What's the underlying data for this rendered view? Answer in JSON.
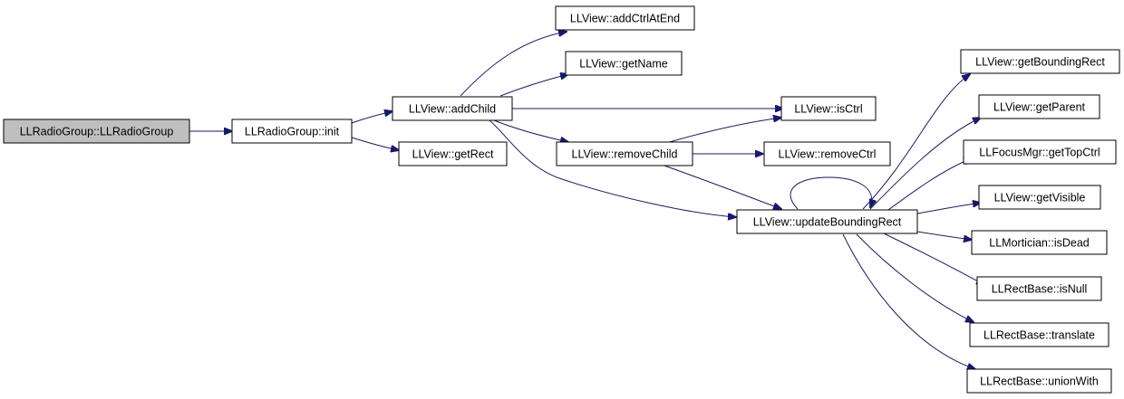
{
  "colors": {
    "edge": "#191970",
    "root_fill": "#bfbfbf",
    "node_fill": "#ffffff"
  },
  "nodes": {
    "root": "LLRadioGroup::LLRadioGroup",
    "init": "LLRadioGroup::init",
    "addChild": "LLView::addChild",
    "getRect": "LLView::getRect",
    "addCtrlAtEnd": "LLView::addCtrlAtEnd",
    "getName": "LLView::getName",
    "isCtrl": "LLView::isCtrl",
    "removeChild": "LLView::removeChild",
    "removeCtrl": "LLView::removeCtrl",
    "updateBoundingRect": "LLView::updateBoundingRect",
    "getBoundingRect": "LLView::getBoundingRect",
    "getParent": "LLView::getParent",
    "getTopCtrl": "LLFocusMgr::getTopCtrl",
    "getVisible": "LLView::getVisible",
    "isDead": "LLMortician::isDead",
    "isNull": "LLRectBase::isNull",
    "translate": "LLRectBase::translate",
    "unionWith": "LLRectBase::unionWith"
  },
  "edges": [
    [
      "root",
      "init"
    ],
    [
      "init",
      "addChild"
    ],
    [
      "init",
      "getRect"
    ],
    [
      "addChild",
      "addCtrlAtEnd"
    ],
    [
      "addChild",
      "getName"
    ],
    [
      "addChild",
      "isCtrl"
    ],
    [
      "addChild",
      "removeChild"
    ],
    [
      "addChild",
      "updateBoundingRect"
    ],
    [
      "removeChild",
      "isCtrl"
    ],
    [
      "removeChild",
      "removeCtrl"
    ],
    [
      "removeChild",
      "updateBoundingRect"
    ],
    [
      "updateBoundingRect",
      "updateBoundingRect"
    ],
    [
      "updateBoundingRect",
      "getBoundingRect"
    ],
    [
      "updateBoundingRect",
      "getParent"
    ],
    [
      "updateBoundingRect",
      "getTopCtrl"
    ],
    [
      "updateBoundingRect",
      "getVisible"
    ],
    [
      "updateBoundingRect",
      "isDead"
    ],
    [
      "updateBoundingRect",
      "isNull"
    ],
    [
      "updateBoundingRect",
      "translate"
    ],
    [
      "updateBoundingRect",
      "unionWith"
    ]
  ]
}
